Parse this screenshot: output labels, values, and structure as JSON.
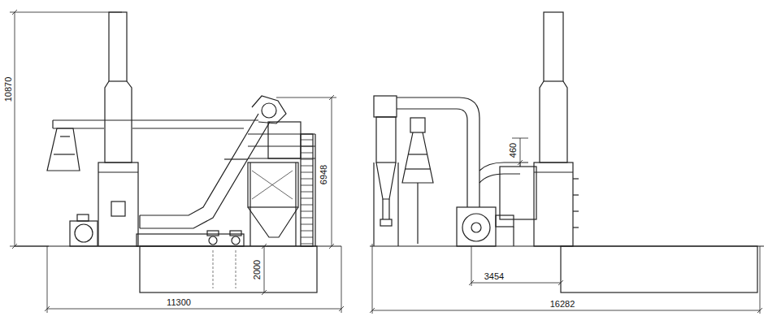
{
  "diagram": {
    "labels": [
      "10870",
      "6948",
      "2000",
      "11300",
      "460",
      "3454",
      "16282"
    ]
  }
}
